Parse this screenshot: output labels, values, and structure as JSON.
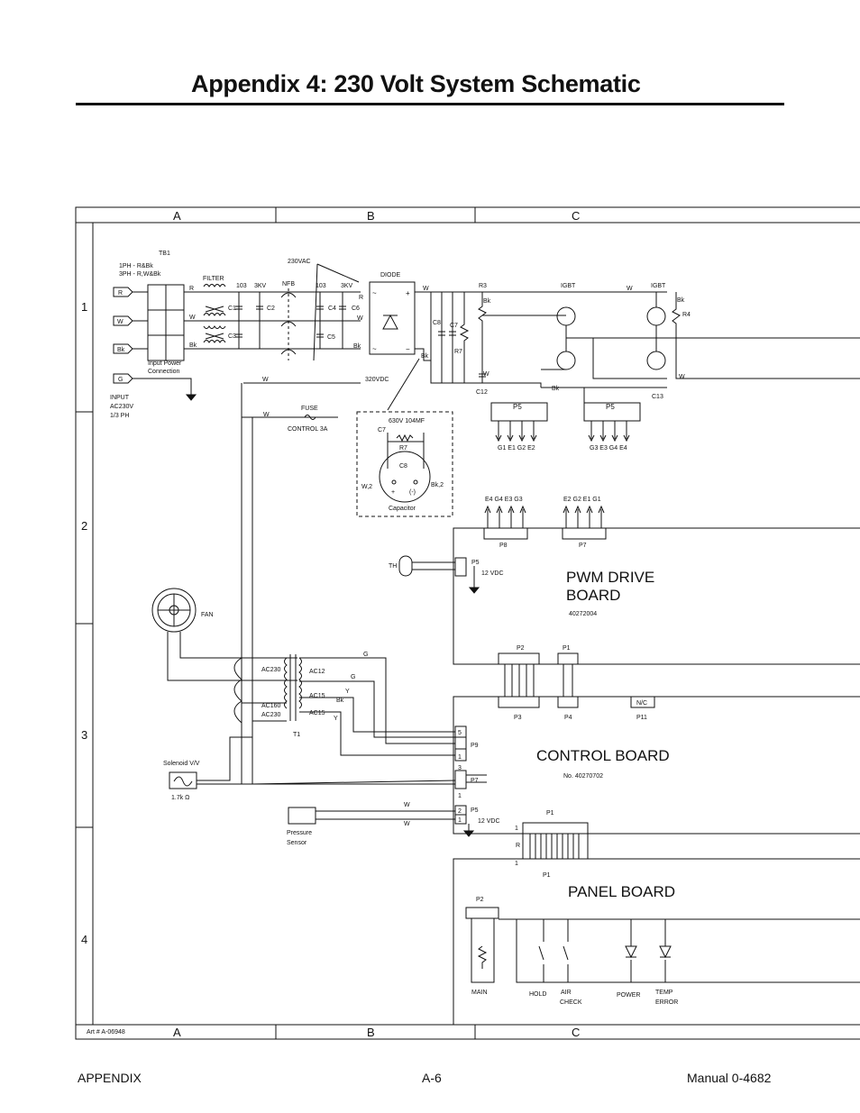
{
  "header": {
    "title": "Appendix 4:  230 Volt System Schematic"
  },
  "grid": {
    "cols_top": [
      "A",
      "B",
      "C"
    ],
    "cols_bottom": [
      "A",
      "B",
      "C"
    ],
    "rows": [
      "1",
      "2",
      "3",
      "4"
    ],
    "art_number": "Art # A-06948"
  },
  "input": {
    "tb1": "TB1",
    "phase1": "1PH - R&Bk",
    "phase3": "3PH - R,W&Bk",
    "terms": [
      "R",
      "W",
      "Bk",
      "G"
    ],
    "conn_line1": "Input Power",
    "conn_line2": "Connection",
    "in_line1": "INPUT",
    "in_line2": "AC230V",
    "in_line3": "1/3 PH"
  },
  "filter": {
    "filter": "FILTER",
    "v103a": "103",
    "kv3a": "3KV",
    "nfb": "NFB",
    "v103b": "103",
    "kv3b": "3KV",
    "vac230": "230VAC",
    "c1": "C1",
    "c2": "C2",
    "c3": "C3",
    "c4": "C4",
    "c5": "C5",
    "c6": "C6",
    "wR": "R",
    "wW": "W",
    "wBk": "Bk",
    "wR2": "R",
    "wW2": "W",
    "wBk2": "Bk",
    "w_a": "W",
    "w_b": "W"
  },
  "fuse": {
    "label": "FUSE",
    "rating": "CONTROL 3A"
  },
  "diode": {
    "label": "DIODE",
    "plus": "+",
    "minus": "−",
    "tilde1": "~",
    "tilde2": "~",
    "vdc": "320VDC",
    "w": "W",
    "bk": "Bk"
  },
  "caps": {
    "c8": "C8",
    "c7": "C7",
    "r7": "R7",
    "r3": "R3",
    "bk": "Bk",
    "w": "W",
    "c12": "C12"
  },
  "igbt": {
    "igbt1": "IGBT",
    "igbt2": "IGBT",
    "w": "W",
    "bk1": "Bk",
    "bk2": "Bk",
    "r4": "R4",
    "w2": "W",
    "c13": "C13",
    "p5a": "P5",
    "p5b": "P5",
    "g_left": "G1 E1 G2 E2",
    "g_right": "G3 E3 G4 E4"
  },
  "capacitor_detail": {
    "rating": "630V 104MF",
    "c7": "C7",
    "r7": "R7",
    "c8": "C8",
    "w2": "W,2",
    "bk2": "Bk,2",
    "plus": "+",
    "neg": "(-)",
    "caption": "Capacitor"
  },
  "pwm": {
    "left_sig": "E4 G4 E3 G3",
    "right_sig": "E2 G2 E1 G1",
    "p8": "P8",
    "p7": "P7",
    "th": "TH",
    "p5": "P5",
    "vdc12": "12 VDC",
    "title1": "PWM DRIVE",
    "title2": "BOARD",
    "number": "40272004"
  },
  "fan": {
    "label": "FAN"
  },
  "transformer": {
    "ac230a": "AC230",
    "ac12": "AC12",
    "ac15a": "AC15",
    "ac160": "AC160",
    "ac230b": "AC230",
    "ac15b": "AC15",
    "t1": "T1",
    "g1": "G",
    "g2": "G",
    "y1": "Y",
    "bk": "Bk",
    "y2": "Y"
  },
  "connectors": {
    "p2": "P2",
    "p1": "P1",
    "p3": "P3",
    "p4": "P4",
    "p11": "P11",
    "nc": "N/C",
    "p9": "P9",
    "p9_5": "5",
    "p9_1": "1",
    "p9_1b": "1",
    "p7": "P7",
    "p7_3": "3",
    "p7_1": "1",
    "p5": "P5",
    "p5_2": "2",
    "p5_1": "1",
    "vdc12": "12 VDC"
  },
  "control": {
    "title": "CONTROL BOARD",
    "number": "No. 40270702"
  },
  "solenoid": {
    "label": "Solenoid V/V",
    "value": "1.7k Ω"
  },
  "pressure": {
    "line1": "Pressure",
    "line2": "Sensor",
    "w1": "W",
    "w2": "W"
  },
  "panel": {
    "title": "PANEL BOARD",
    "p1a": "P1",
    "p1b": "P1",
    "one_a": "1",
    "r": "R",
    "one_b": "1",
    "p2": "P2",
    "main": "MAIN",
    "hold": "HOLD",
    "air1": "AIR",
    "air2": "CHECK",
    "power": "POWER",
    "temp1": "TEMP",
    "temp2": "ERROR"
  },
  "footer": {
    "left": "APPENDIX",
    "center": "A-6",
    "right": "Manual 0-4682"
  }
}
